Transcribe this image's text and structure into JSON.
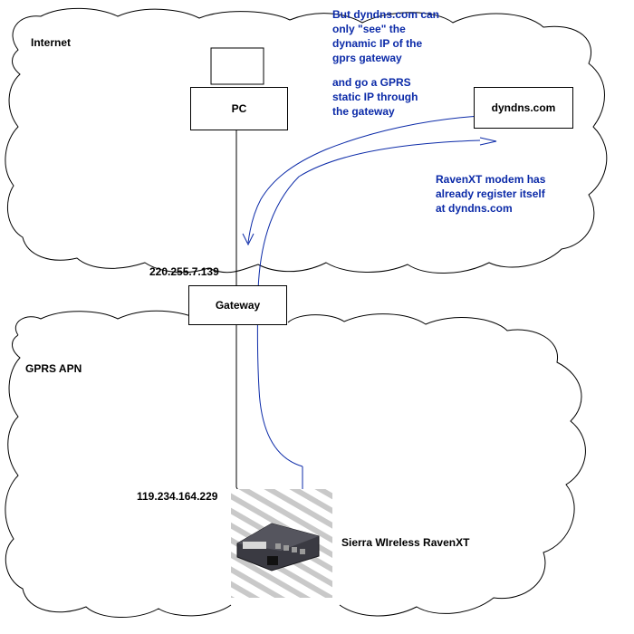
{
  "regions": {
    "internet": "Internet",
    "gprs_apn": "GPRS APN"
  },
  "nodes": {
    "pc": "PC",
    "dyndns": "dyndns.com",
    "gateway": "Gateway",
    "modem": "Sierra WIreless RavenXT"
  },
  "addresses": {
    "gateway_ip": "220.255.7.139",
    "modem_ip": "119.234.164.229"
  },
  "notes": {
    "note_top": [
      "But dyndns.com can",
      "only \"see\" the",
      "dynamic IP of the",
      "gprs gateway",
      "",
      "and go a GPRS",
      "static IP through",
      "the gateway"
    ],
    "note_right": [
      "RavenXT modem has",
      "already register itself",
      "at dyndns.com"
    ]
  },
  "colors": {
    "line": "#000000",
    "annotation": "#0b2aa8",
    "cloud": "#000000"
  }
}
